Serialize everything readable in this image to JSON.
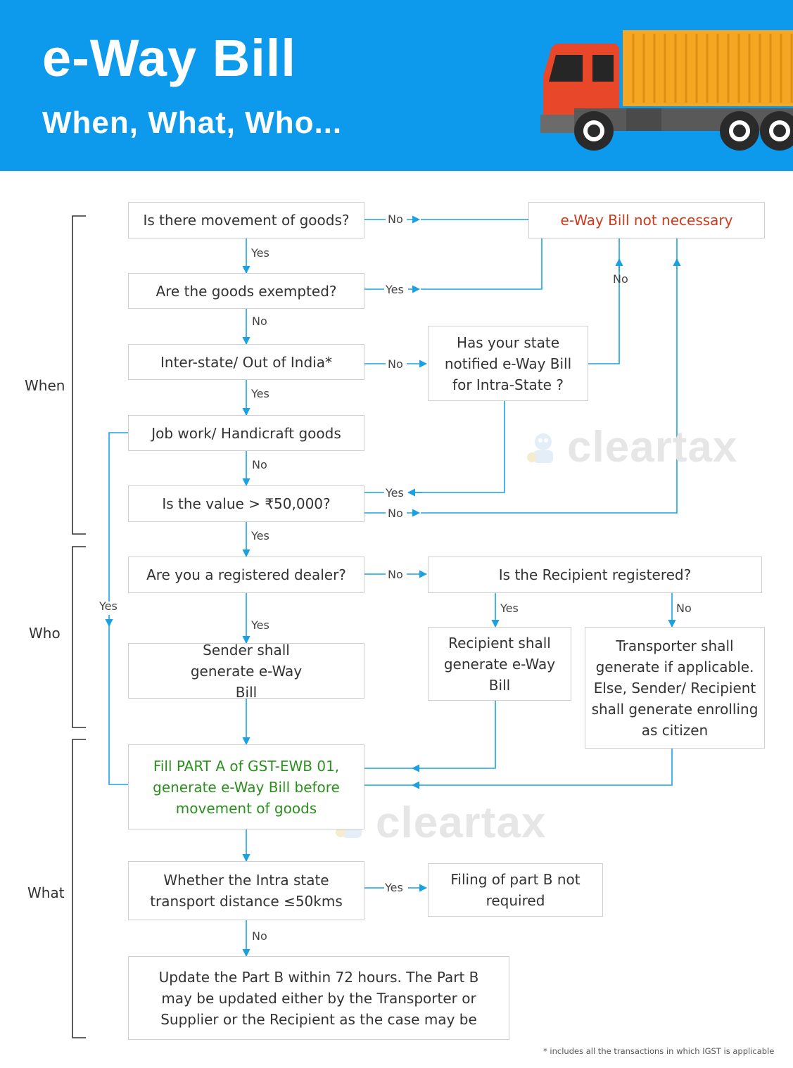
{
  "header": {
    "title": "e-Way Bill",
    "subtitle": "When, What, Who..."
  },
  "colors": {
    "header_bg": "#0e9aec",
    "connector": "#1ba1e2",
    "not_necessary_text": "#d0381c",
    "fill_part_a_text": "#2b8f1d"
  },
  "sections": {
    "when": "When",
    "who": "Who",
    "what": "What"
  },
  "nodes": {
    "movement": "Is there movement of goods?",
    "exempted": "Are the goods exempted?",
    "interstate": "Inter-state/ Out of India*",
    "jobwork": "Job work/ Handicraft goods",
    "value": "Is the value > ₹50,000?",
    "not_necessary": "e-Way Bill not necessary",
    "state_notified": "Has your state notified e-Way Bill for Intra-State ?",
    "registered_dealer": "Are you a registered dealer?",
    "recipient_registered": "Is the Recipient registered?",
    "sender_generate": "Sender shall generate e-Way Bill",
    "recipient_generate": "Recipient shall generate e-Way Bill",
    "transporter_generate": "Transporter shall generate if applicable. Else, Sender/ Recipient shall generate enrolling as citizen",
    "fill_part_a": "Fill PART A of GST-EWB 01, generate e-Way Bill before movement of goods",
    "intra_distance": "Whether the Intra state transport distance ≤50kms",
    "part_b_not_required": "Filing of part B not required",
    "update_part_b": "Update the Part B within 72 hours. The Part B may be updated either by the Transporter or Supplier or the Recipient as the case may be"
  },
  "edge_labels": {
    "movement_no": "No",
    "movement_yes": "Yes",
    "exempted_yes": "Yes",
    "exempted_no": "No",
    "interstate_no": "No",
    "interstate_yes": "Yes",
    "state_no": "No",
    "jobwork_no": "No",
    "jobwork_yes": "Yes",
    "value_yes_in": "Yes",
    "value_no": "No",
    "value_yes": "Yes",
    "dealer_no": "No",
    "dealer_yes": "Yes",
    "recipient_yes": "Yes",
    "recipient_no": "No",
    "distance_yes": "Yes",
    "distance_no": "No"
  },
  "watermark": {
    "text": "cleartax"
  },
  "footnote": "* includes all the transactions in which IGST is applicable"
}
